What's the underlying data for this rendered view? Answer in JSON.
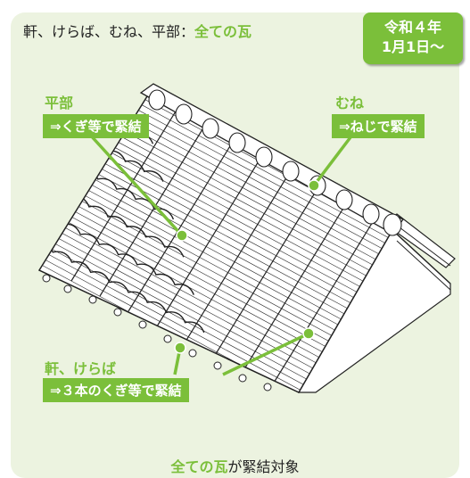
{
  "title": {
    "prefix": "軒、けらば、むね、平部：",
    "highlight": "全ての瓦"
  },
  "date_badge": {
    "line1": "令和４年",
    "line2": "1月1日～"
  },
  "labels": {
    "hirabu": {
      "heading": "平部",
      "text": "⇒くぎ等で緊結"
    },
    "mune": {
      "heading": "むね",
      "text": "⇒ねじで緊結"
    },
    "noki": {
      "heading": "軒、けらば",
      "text": "⇒３本のくぎ等で緊結"
    }
  },
  "caption": {
    "highlight": "全ての瓦",
    "rest": "が緊結対象"
  },
  "colors": {
    "accent": "#7bbf3a",
    "panel": "#ecf3e0"
  }
}
